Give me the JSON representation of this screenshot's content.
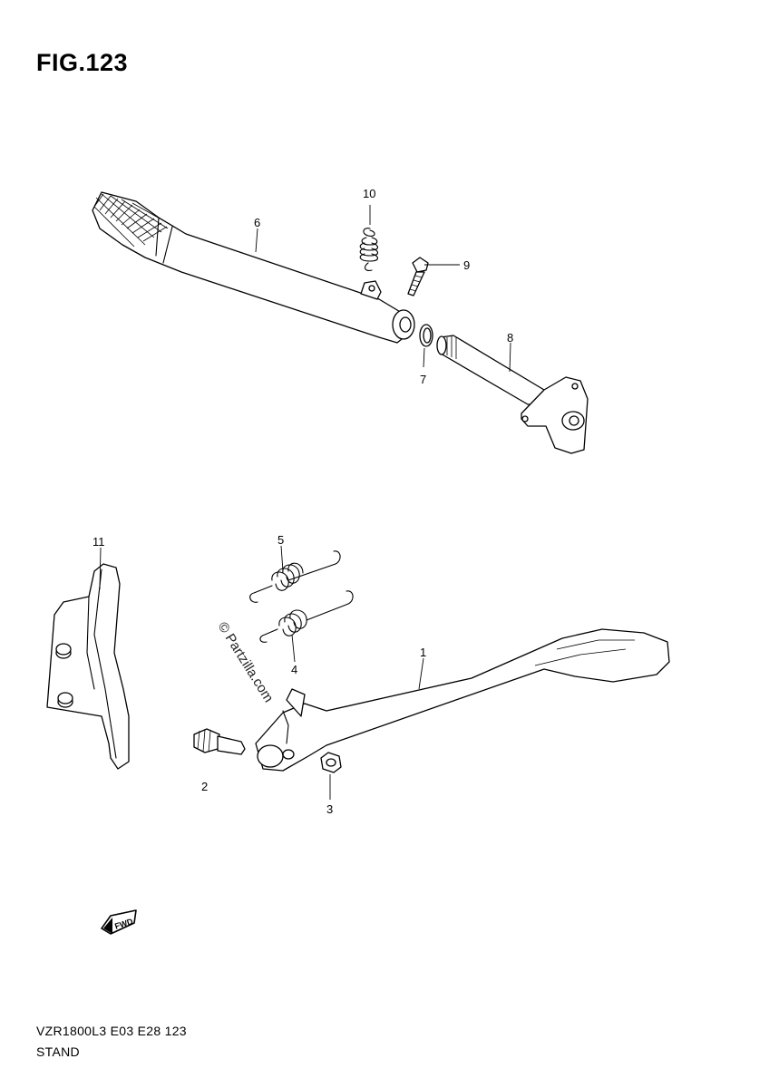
{
  "figure": {
    "title": "FIG.123"
  },
  "callouts": [
    {
      "id": "1",
      "label": "1"
    },
    {
      "id": "2",
      "label": "2"
    },
    {
      "id": "3",
      "label": "3"
    },
    {
      "id": "4",
      "label": "4"
    },
    {
      "id": "5",
      "label": "5"
    },
    {
      "id": "6",
      "label": "6"
    },
    {
      "id": "7",
      "label": "7"
    },
    {
      "id": "8",
      "label": "8"
    },
    {
      "id": "9",
      "label": "9"
    },
    {
      "id": "10",
      "label": "10"
    },
    {
      "id": "11",
      "label": "11"
    }
  ],
  "watermark": {
    "text": "© Partzilla.com"
  },
  "direction_badge": {
    "text": "FWD"
  },
  "footer": {
    "code": "VZR1800L3  E03  E28  123",
    "name": "STAND"
  }
}
